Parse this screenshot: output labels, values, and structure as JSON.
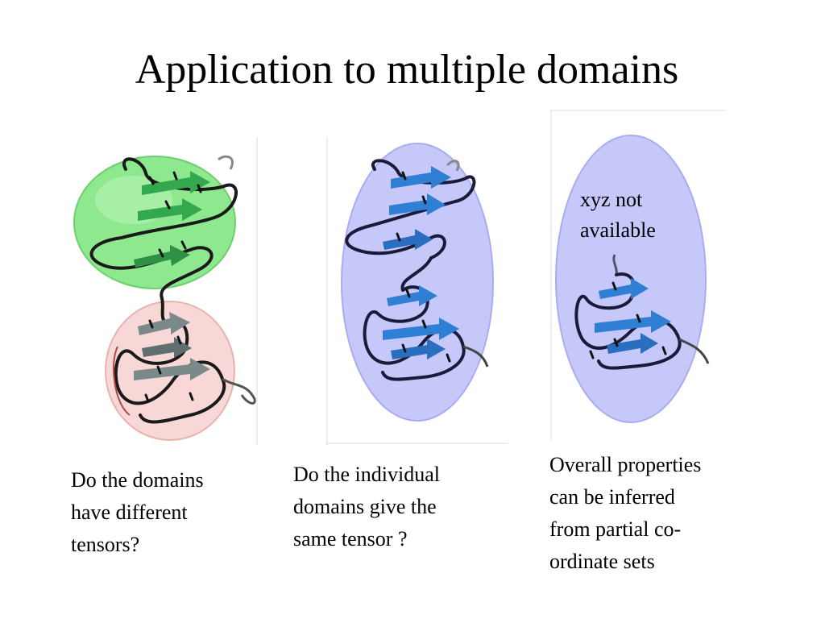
{
  "title": "Application to multiple domains",
  "panels": [
    {
      "caption_lines": [
        "Do the domains",
        "have different",
        "tensors?"
      ],
      "ellipsoids": [
        {
          "fill": "#8ee88e",
          "stroke": "#6fcf6f"
        },
        {
          "fill": "#f8d8d6",
          "stroke": "#e8b2ae"
        }
      ]
    },
    {
      "caption_lines": [
        "Do the individual",
        "domains give the",
        "same tensor ?"
      ],
      "ellipsoids": [
        {
          "fill": "#c6c8fa",
          "stroke": "#a9acf0"
        }
      ]
    },
    {
      "caption_lines": [
        "Overall properties",
        "can be inferred",
        "from partial co-",
        "ordinate sets"
      ],
      "note_lines": [
        "xyz not",
        "available"
      ],
      "ellipsoids": [
        {
          "fill": "#c6c8fa",
          "stroke": "#a9acf0"
        }
      ]
    }
  ],
  "colors": {
    "strand_green": "#33a84e",
    "strand_blue": "#2f7fd4",
    "strand_gray": "#7a8a8a",
    "backbone": "#1a1a1a"
  }
}
